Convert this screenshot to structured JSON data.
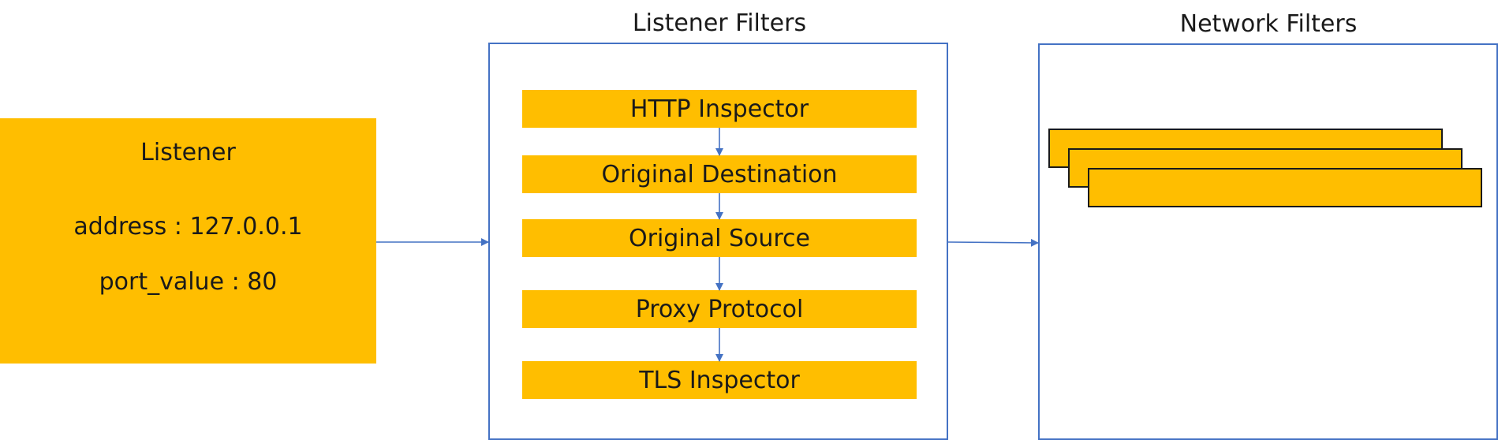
{
  "colors": {
    "accent": "#FFBE00",
    "stroke": "#4472C4",
    "text": "#1a1a1a"
  },
  "listener": {
    "title": "Listener",
    "address": "address : 127.0.0.1",
    "port": "port_value : 80"
  },
  "listener_filters": {
    "title": "Listener Filters",
    "items": [
      {
        "label": "HTTP Inspector"
      },
      {
        "label": "Original Destination"
      },
      {
        "label": "Original Source"
      },
      {
        "label": "Proxy Protocol"
      },
      {
        "label": "TLS Inspector"
      }
    ]
  },
  "network_filters": {
    "title": "Network Filters",
    "stacked_cards": 3
  }
}
